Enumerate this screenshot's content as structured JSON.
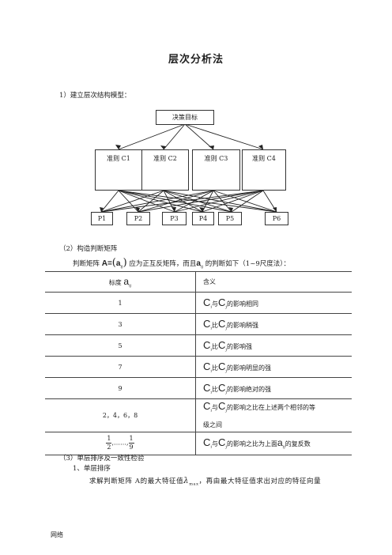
{
  "title": "层次分析法",
  "step1": "1）建立层次结构模型：",
  "hierarchy": {
    "goal": "决策目标",
    "criteria": [
      "准则 C1",
      "准则 C2",
      "准则 C3",
      "准则 C4"
    ],
    "plans": [
      "P1",
      "P2",
      "P3",
      "P4",
      "P5",
      "P6"
    ]
  },
  "step2": "（2）构造判断矩阵",
  "matrix_line": {
    "prefix": "判断矩阵",
    "formula_A": "A=",
    "formula_a": "a",
    "formula_ij": "ij",
    "middle": "应为正互反矩阵，而且",
    "a2": "a",
    "ij2": "ij",
    "suffix": "的判断如下（1~9尺度法）："
  },
  "table": {
    "header_scale": "标度",
    "header_a": "a",
    "header_ij": "ij",
    "header_meaning": "含义",
    "rows": [
      {
        "scale": "1",
        "rel": "与",
        "meaning": "的影响相同"
      },
      {
        "scale": "3",
        "rel": "比",
        "meaning": "的影响稍强"
      },
      {
        "scale": "5",
        "rel": "比",
        "meaning": "的影响强"
      },
      {
        "scale": "7",
        "rel": "比",
        "meaning": "的影响明显的强"
      },
      {
        "scale": "9",
        "rel": "比",
        "meaning": "的影响绝对的强"
      },
      {
        "scale": "2，4，6，8",
        "rel": "与",
        "meaning": "的影响之比在上述两个相邻的等",
        "meaning2": "级之间"
      }
    ],
    "last_row": {
      "frac1_num": "1",
      "frac1_den": "2",
      "sep": ",……,",
      "frac2_num": "1",
      "frac2_den": "9",
      "rel": "与",
      "meaning": "的影响之比为上面",
      "a": "a",
      "ij": "ij",
      "suffix": "的复反数"
    },
    "c": "C",
    "i": "i",
    "j": "j"
  },
  "step3": "（3）单层排序及一致性检验",
  "step3_1": "1、单层排序",
  "step3_text_a": "求解判断矩阵 A的最大特征值",
  "lambda": "λ",
  "lambda_sub": "max",
  "step3_text_b": "，再由最大特征值求出对应的特征向量",
  "footer": "网络"
}
